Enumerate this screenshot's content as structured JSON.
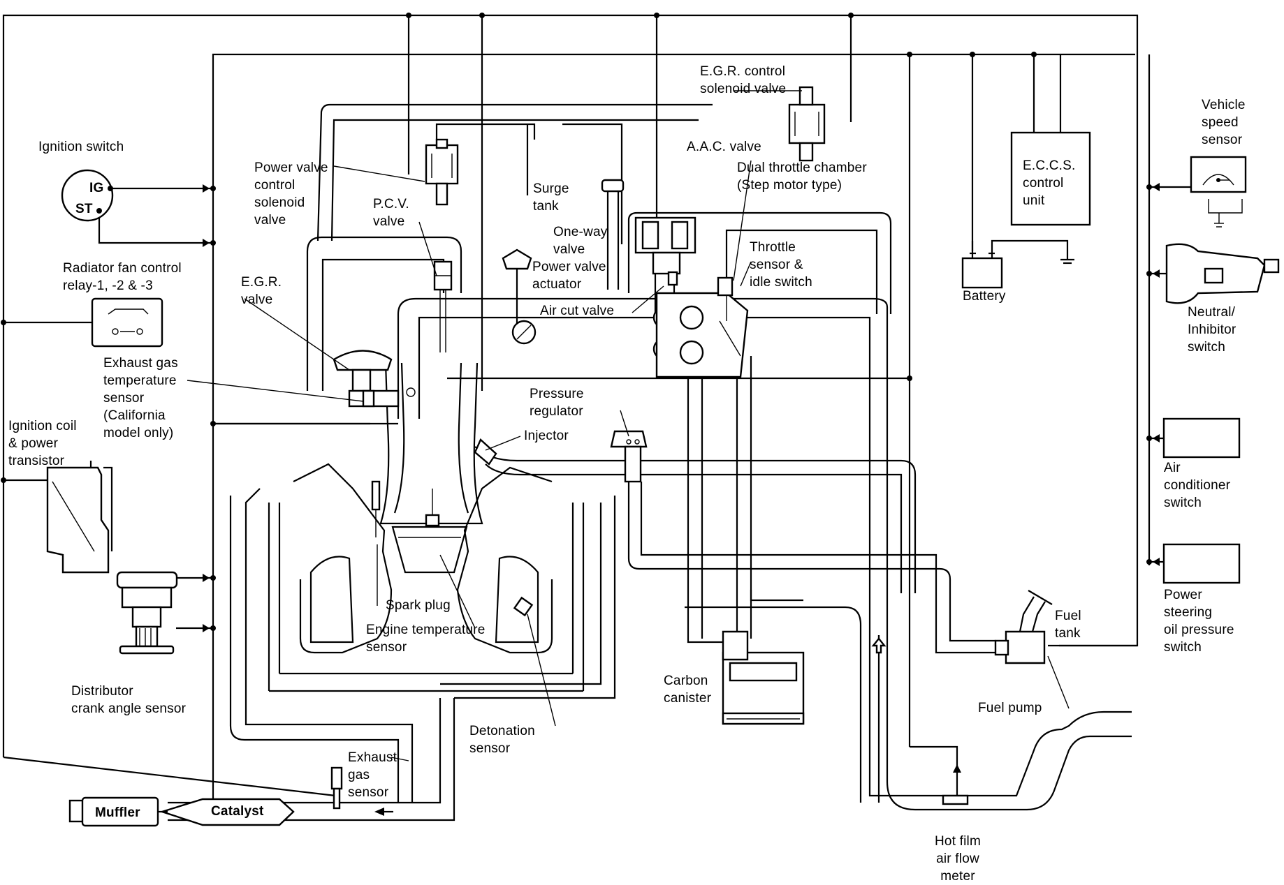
{
  "labels": {
    "ignition_switch": "Ignition switch",
    "ig": "IG",
    "st": "ST",
    "radiator_fan": "Radiator fan control\nrelay-1, -2 & -3",
    "exhaust_gas_temp_sensor": "Exhaust gas\ntemperature\nsensor\n(California\nmodel only)",
    "ignition_coil": "Ignition coil\n& power\ntransistor",
    "distributor": "Distributor\ncrank angle sensor",
    "muffler": "Muffler",
    "catalyst": "Catalyst",
    "exhaust_gas_sensor": "Exhaust\ngas\nsensor",
    "detonation_sensor": "Detonation\nsensor",
    "spark_plug": "Spark plug",
    "engine_temp_sensor": "Engine temperature\nsensor",
    "egr_valve": "E.G.R.\nvalve",
    "pcv_valve": "P.C.V.\nvalve",
    "power_valve_solenoid": "Power valve\ncontrol\nsolenoid\nvalve",
    "surge_tank": "Surge\ntank",
    "one_way_valve": "One-way\nvalve",
    "power_valve_actuator": "Power valve\nactuator",
    "air_cut_valve": "Air cut valve",
    "aac_valve": "A.A.C. valve",
    "egr_control_solenoid": "E.G.R. control\nsolenoid valve",
    "dual_throttle": "Dual throttle chamber\n(Step motor type)",
    "throttle_sensor": "Throttle\nsensor &\nidle switch",
    "pressure_regulator": "Pressure\nregulator",
    "injector": "Injector",
    "carbon_canister": "Carbon\ncanister",
    "fuel_pump": "Fuel pump",
    "fuel_tank": "Fuel\ntank",
    "hot_film": "Hot film\nair flow\nmeter",
    "eccs": "E.C.C.S.\ncontrol\nunit",
    "battery": "Battery",
    "vehicle_speed": "Vehicle\nspeed\nsensor",
    "neutral_inhibitor": "Neutral/\nInhibitor\nswitch",
    "air_conditioner": "Air\nconditioner\nswitch",
    "power_steering": "Power\nsteering\noil pressure\nswitch"
  }
}
